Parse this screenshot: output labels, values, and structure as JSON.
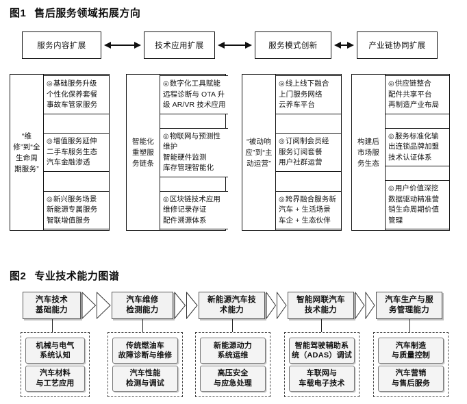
{
  "figure1": {
    "title_number": "图1",
    "title_text": "售后服务领域拓展方向",
    "header_boxes": [
      {
        "label": "服务内容扩展"
      },
      {
        "label": "技术应用扩展"
      },
      {
        "label": "服务模式创新"
      },
      {
        "label": "产业链协同扩展"
      }
    ],
    "columns": [
      {
        "label": "“维修”到“全生命周期服务”",
        "cells": [
          {
            "lines": [
              "基础服务升级",
              "个性化保养套餐",
              "事故车管家服务"
            ]
          },
          {
            "lines": [
              "增值服务延伸",
              "二手车服务生态",
              "汽车金融渗透"
            ]
          },
          {
            "lines": [
              "新兴服务场景",
              "新能源专属服务",
              "智联增值服务"
            ]
          }
        ]
      },
      {
        "label": "智能化重塑服务链条",
        "cells": [
          {
            "lines": [
              "数字化工具赋能",
              "远程诊断与 OTA 升",
              "级 AR/VR 技术应用"
            ]
          },
          {
            "lines": [
              "物联网与预测性",
              "维护",
              "智能硬件监测",
              "库存管理智能化"
            ]
          },
          {
            "lines": [
              "区块链技术应用",
              "维修记录存证",
              "配件溯源体系"
            ]
          }
        ]
      },
      {
        "label": "“被动响应”到“主动运营”",
        "cells": [
          {
            "lines": [
              "线上线下融合",
              "上门服务网络",
              "云养车平台"
            ]
          },
          {
            "lines": [
              "订阅制会员经",
              "服务订阅套餐",
              "用户社群运营"
            ]
          },
          {
            "lines": [
              "跨界融合服务新",
              "汽车 + 生活场景",
              "车企 + 生态伙伴"
            ]
          }
        ]
      },
      {
        "label": "构建后市场服务生态",
        "cells": [
          {
            "lines": [
              "供应链整合",
              "配件共享平台",
              "再制造产业布局"
            ]
          },
          {
            "lines": [
              "服务标准化输",
              "出连锁品牌加盟",
              "技术认证体系"
            ]
          },
          {
            "lines": [
              "用户价值深挖",
              "数据驱动精准营",
              "销生命周期价值",
              "管理"
            ]
          }
        ]
      }
    ]
  },
  "figure2": {
    "title_number": "图2",
    "title_text": "专业技术能力图谱",
    "stages": [
      {
        "capability": [
          "汽车技术",
          "基础能力"
        ],
        "skills": [
          [
            "机械与电气",
            "系统认知"
          ],
          [
            "汽车材料",
            "与工艺应用"
          ]
        ]
      },
      {
        "capability": [
          "汽车维修",
          "检测能力"
        ],
        "skills": [
          [
            "传统燃油车",
            "故障诊断与维修"
          ],
          [
            "汽车性能",
            "检测与调试"
          ]
        ]
      },
      {
        "capability": [
          "新能源汽车技",
          "术能力"
        ],
        "skills": [
          [
            "新能源动力",
            "系统运维"
          ],
          [
            "高压安全",
            "与应急处理"
          ]
        ]
      },
      {
        "capability": [
          "智能网联汽车",
          "技术能力"
        ],
        "skills": [
          [
            "智能驾驶辅助系",
            "统（ADAS）调试"
          ],
          [
            "车联网与",
            "车载电子技术"
          ]
        ]
      },
      {
        "capability": [
          "汽车生产与服",
          "务管理能力"
        ],
        "skills": [
          [
            "汽车制造",
            "与质量控制"
          ],
          [
            "汽车营销",
            "与售后服务"
          ]
        ]
      }
    ]
  },
  "colors": {
    "line": "#111111",
    "box_fill": "#f2f2f2",
    "shadow": "#bdbdbd",
    "dashed_border": "#444444"
  }
}
